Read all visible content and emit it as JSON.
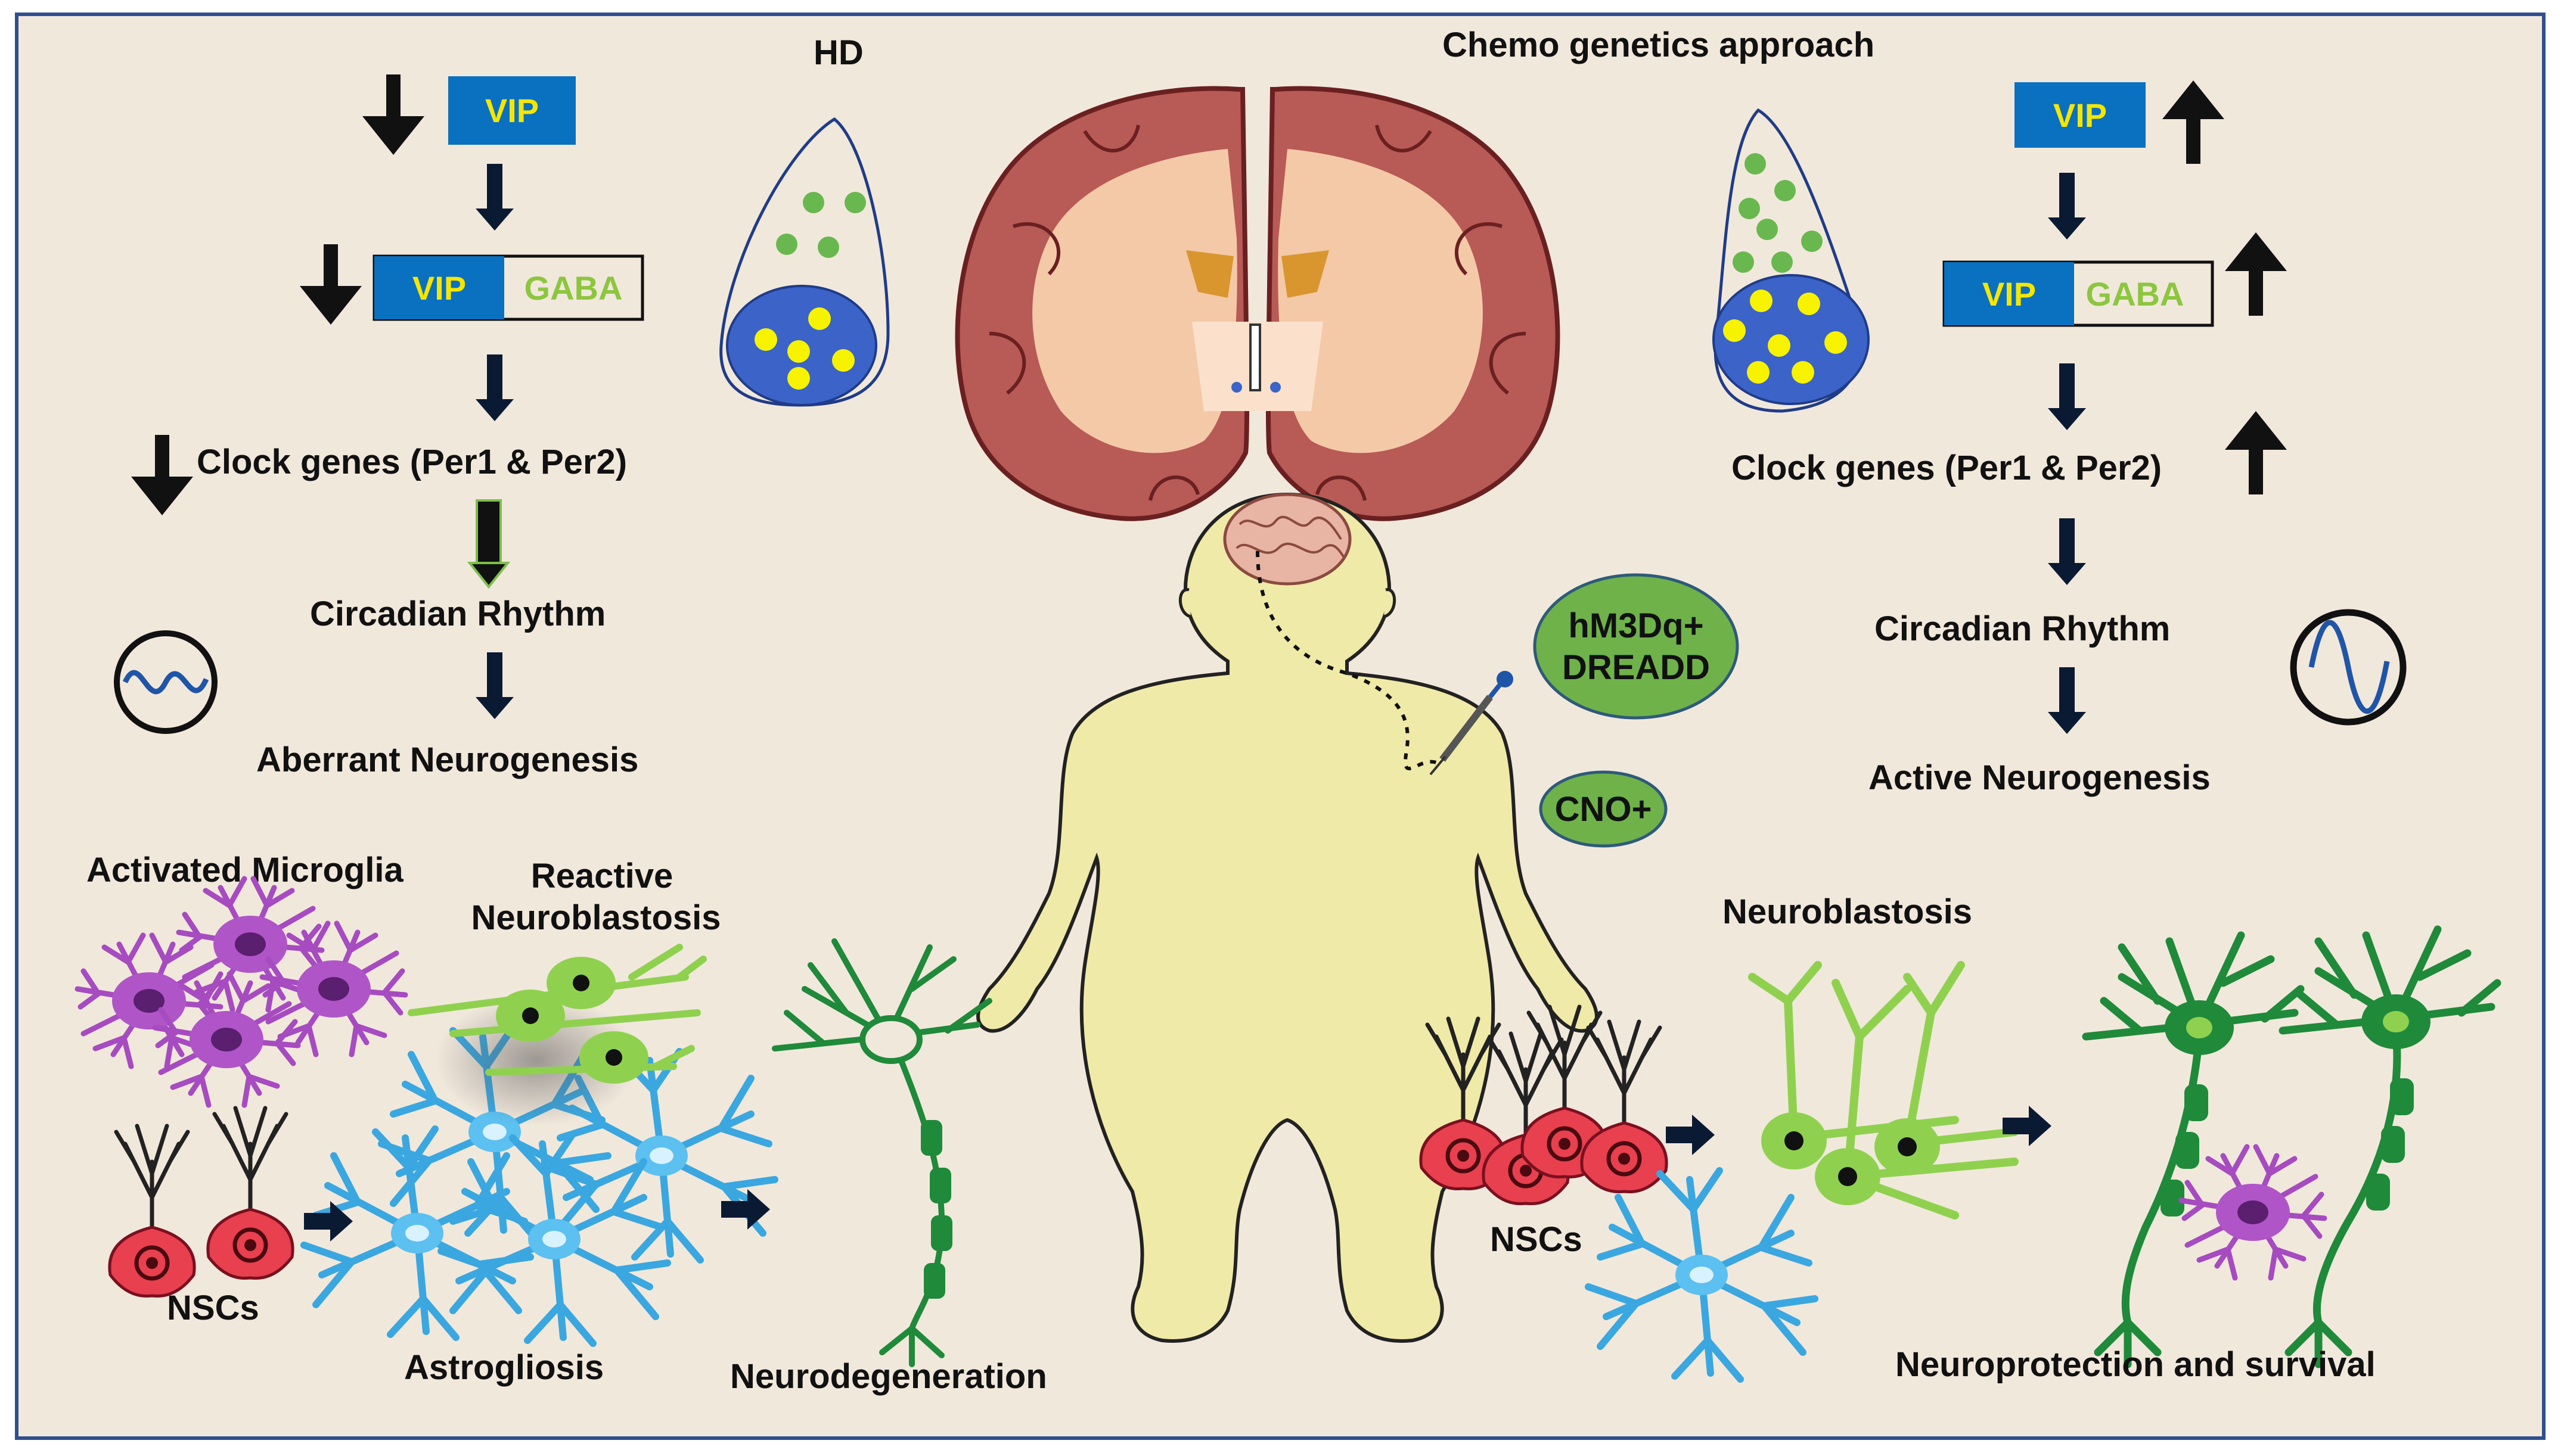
{
  "colors": {
    "background": "#f1e8dc",
    "frame": "#2f4f8f",
    "vip_box": "#0a70c0",
    "vip_text": "#f5e600",
    "gaba_text": "#8cc63f",
    "arrow_dark": "#0b1a33",
    "oval_green": "#6fb24a",
    "oval_border": "#2e5a7a",
    "scn_blue": "#3b63c8",
    "scn_dot_yellow": "#f7f200",
    "green_dot": "#69b84f",
    "body_fill": "#f0eaa8",
    "body_outline": "#222222",
    "brain_outer": "#b85a55",
    "brain_inner": "#f4c9a8",
    "neuron_dark_green": "#1f8a3a",
    "neuron_light_green": "#8fd14f",
    "astro_blue": "#3aa7e0",
    "microglia_purple": "#a64bc0",
    "nsc_red": "#e8404e"
  },
  "left": {
    "vip_label": "VIP",
    "vip_pair_left": "VIP",
    "vip_pair_right": "GABA",
    "clock_genes": "Clock genes (Per1 & Per2)",
    "circadian": "Circadian Rhythm",
    "aberrant": "Aberrant Neurogenesis"
  },
  "right": {
    "vip_label": "VIP",
    "vip_pair_left": "VIP",
    "vip_pair_right": "GABA",
    "clock_genes": "Clock genes (Per1 & Per2)",
    "circadian": "Circadian Rhythm",
    "active": "Active Neurogenesis"
  },
  "top": {
    "hd": "HD",
    "chemo": "Chemo genetics approach"
  },
  "center": {
    "dreadd_line1": "hM3Dq+",
    "dreadd_line2": "DREADD",
    "cno": "CNO+"
  },
  "bottom_left": {
    "activated_microglia": "Activated Microglia",
    "reactive_line1": "Reactive",
    "reactive_line2": "Neuroblastosis",
    "nscs": "NSCs",
    "astrogliosis": "Astrogliosis",
    "neurodegeneration": "Neurodegeneration"
  },
  "bottom_right": {
    "neuroblastosis": "Neuroblastosis",
    "nscs": "NSCs",
    "neuroprotection": "Neuroprotection and survival"
  }
}
